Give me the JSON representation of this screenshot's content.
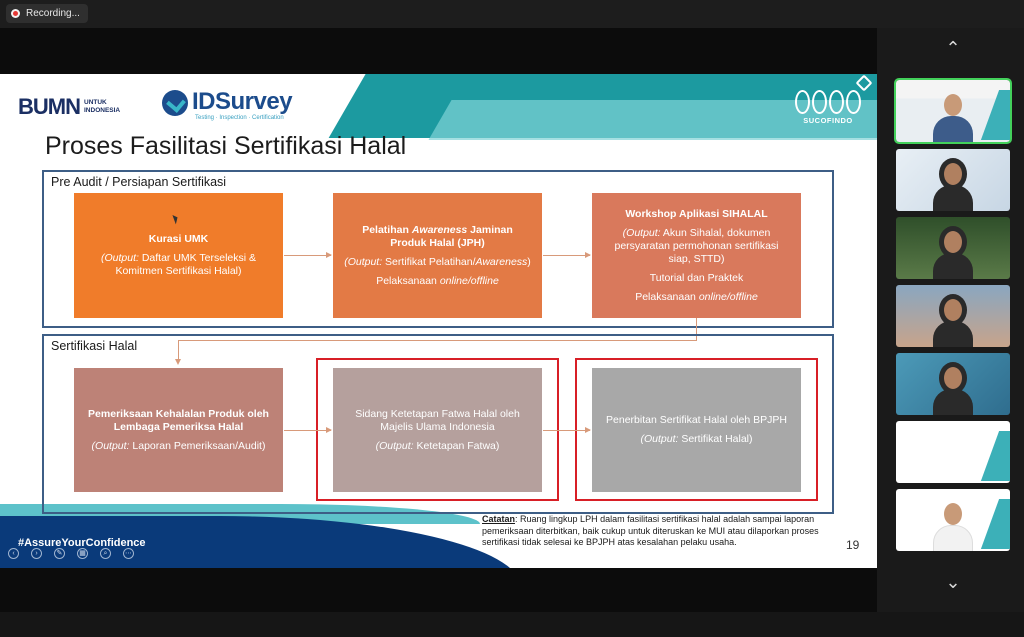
{
  "recording": {
    "label": "Recording..."
  },
  "slide": {
    "logos": {
      "bumn_big": "BUMN",
      "bumn_small": "UNTUK\nINDONESIA",
      "idsurvey": "IDSurvey",
      "idsurvey_tagline": "Testing · Inspection · Certification",
      "sucofindo": "SUCOFINDO"
    },
    "title": "Proses Fasilitasi Sertifikasi Halal",
    "section1": {
      "label": "Pre Audit / Persiapan Sertifikasi",
      "box1": {
        "title": "Kurasi UMK",
        "output_prefix": "(Output:",
        "output_text": " Daftar UMK Terseleksi & Komitmen Sertifikasi Halal)"
      },
      "box2": {
        "title_a": "Pelatihan ",
        "title_b": "Awareness",
        "title_c": " Jaminan Produk Halal (JPH)",
        "output_prefix": "(Output:",
        "output_text": " Sertifikat Pelatihan/",
        "output_em": "Awareness",
        "output_end": ")",
        "exec_prefix": "Pelaksanaan ",
        "exec_em": "online/offline"
      },
      "box3": {
        "title": "Workshop Aplikasi SIHALAL",
        "output_prefix": "(Output:",
        "output_text": " Akun Sihalal, dokumen persyaratan permohonan sertifikasi siap, STTD)",
        "line2": "Tutorial dan Praktek",
        "exec_prefix": "Pelaksanaan ",
        "exec_em": "online/offline"
      }
    },
    "section2": {
      "label": "Sertifikasi Halal",
      "box4": {
        "title": "Pemeriksaan Kehalalan Produk oleh Lembaga Pemeriksa Halal",
        "output_prefix": "(Output:",
        "output_text": " Laporan Pemeriksaan/Audit)"
      },
      "box5": {
        "title": "Sidang Ketetapan Fatwa Halal oleh Majelis Ulama Indonesia",
        "output_prefix": "(Output:",
        "output_text": " Ketetapan Fatwa)"
      },
      "box6": {
        "title": "Penerbitan Sertifikat Halal oleh BPJPH",
        "output_prefix": "(Output:",
        "output_text": " Sertifikat Halal)"
      }
    },
    "note": {
      "label": "Catatan",
      "text": ": Ruang lingkup LPH dalam fasilitasi sertifikasi halal adalah sampai laporan pemeriksaan diterbitkan, baik cukup untuk diteruskan ke MUI atau dilaporkan proses sertifikasi tidak selesai ke BPJPH atas kesalahan pelaku usaha."
    },
    "page_number": "19",
    "hashtag": "#AssureYourConfidence"
  },
  "sidebar": {
    "scroll_up": "⌃",
    "scroll_down": "⌄"
  }
}
